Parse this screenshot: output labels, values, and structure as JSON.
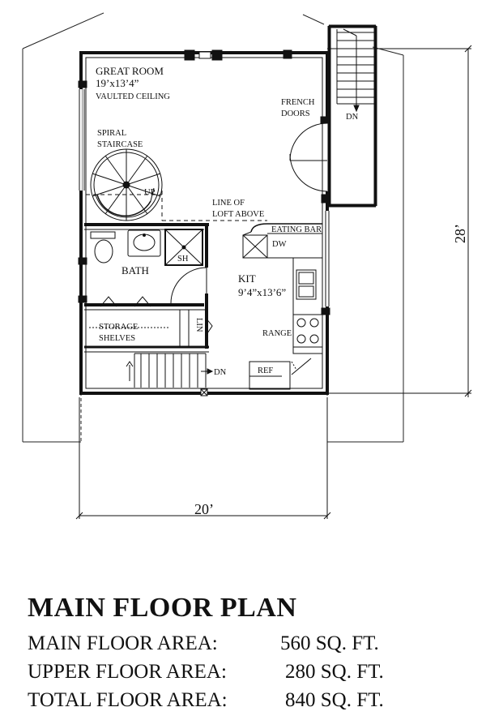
{
  "rooms": {
    "great_room_name": "GREAT ROOM",
    "great_room_size": "19’x13’4”",
    "great_room_note": "VAULTED CEILING",
    "spiral_line1": "SPIRAL",
    "spiral_line2": "STAIRCASE",
    "up": "UP",
    "french_line1": "FRENCH",
    "french_line2": "DOORS",
    "dn_deck": "DN",
    "loft_line1": "LINE OF",
    "loft_line2": "LOFT ABOVE",
    "eating_bar": "EATING BAR",
    "dw": "DW",
    "sh": "SH",
    "bath": "BATH",
    "kit_name": "KIT",
    "kit_size": "9’4”x13’6”",
    "storage_line1": "STORAGE",
    "storage_line2": "SHELVES",
    "lin": "LIN",
    "range": "RANGE",
    "ref": "REF",
    "dn_stair": "DN"
  },
  "dimensions": {
    "width": "20’",
    "depth": "28’"
  },
  "caption": {
    "title": "MAIN FLOOR PLAN",
    "main_label": "MAIN FLOOR AREA:",
    "main_value": "560 SQ. FT.",
    "upper_label": "UPPER FLOOR AREA:",
    "upper_value": "280 SQ. FT.",
    "total_label": "TOTAL FLOOR AREA:",
    "total_value": "840 SQ. FT."
  }
}
